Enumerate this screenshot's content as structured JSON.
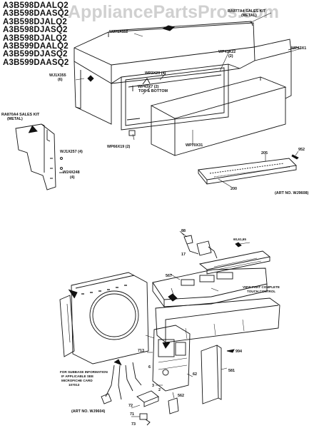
{
  "models": [
    "A3B598DAALQ2",
    "A3B598DAASQ2",
    "A3B598DJALQ2",
    "A3B598DJASQ2",
    "A3B598DJALQ2",
    "A3B599DAALQ2",
    "A3B599DJASQ2",
    "A3B599DAASQ2"
  ],
  "watermark": "ApplianceParts​Pros.com",
  "top_labels": {
    "sales_kit_top": "RA877A4 SALES KIT",
    "sales_kit_top_b": "(METAL)",
    "wj71x112": "WJ71X112",
    "wp43x1": "WP43X1",
    "wp43x22": "WP43X22",
    "wp43x22_q": "(2)",
    "wp2x20": "WP2X20 (4)",
    "wj1x355": "WJ1X355",
    "wj1x355_q": "(6)",
    "wp43x7": "WP43X7 (2)",
    "top_bottom": "TOP & BOTTOM",
    "sales_kit_left": "RA870A4 SALES KIT",
    "sales_kit_left_b": "(METAL)",
    "wj1x257": "WJ1X257 (4)",
    "w24x248": "W24X248",
    "w24x248_q": "(4)",
    "wp66x19": "WP66X19 (2)",
    "wp70x31": "WP70X31",
    "n205": "205",
    "n952": "952",
    "n200": "200",
    "art_top": "(ART NO. WJ9608)"
  },
  "bottom_labels": {
    "n88": "88",
    "n6062": "60,61,65",
    "n567": "567",
    "n17": "17",
    "view_part": "VIEW PART  COMPLETE",
    "touch_control": "TOUCH CONTROL",
    "n713": "713",
    "n994": "994",
    "subbase_note_1": "FOR SUBBASE INFORMATION",
    "subbase_note_2": "IF APPLICABLE SEE",
    "subbase_note_3": "MICROFICHE CARD",
    "subbase_note_4": "107013",
    "n581": "581",
    "n6": "6",
    "n62": "62",
    "n3": "3",
    "n2": "2",
    "n72": "72",
    "n562": "562",
    "n71": "71",
    "n73": "73",
    "art_bottom": "(ART NO. WJ9604)"
  }
}
